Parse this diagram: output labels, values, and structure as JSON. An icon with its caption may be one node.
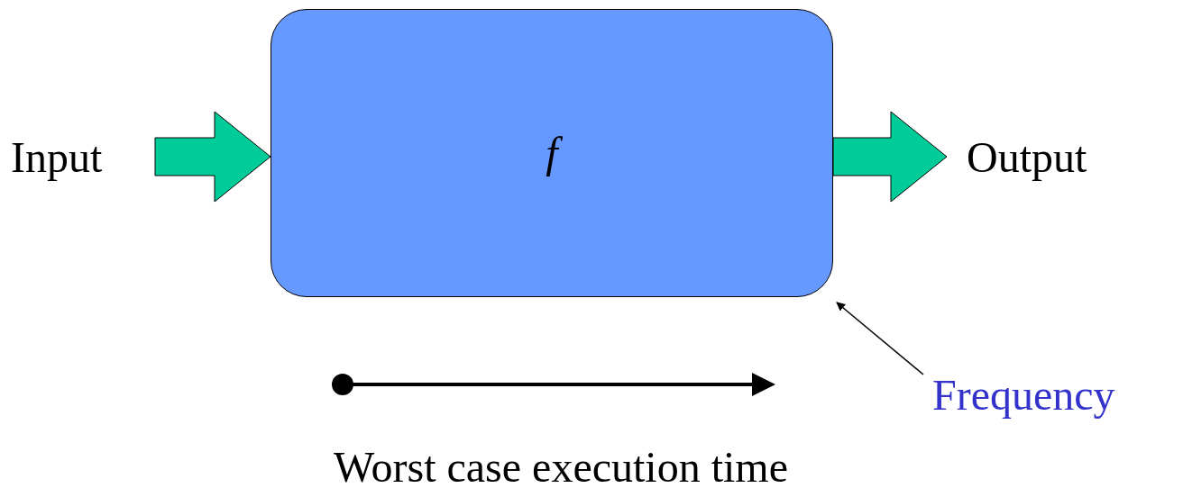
{
  "diagram": {
    "nodes": [
      {
        "text": [
          "Input"
        ]
      },
      {
        "text": [
          "f"
        ]
      },
      {
        "text": [
          "Output"
        ]
      },
      {
        "text": [
          "Frequency"
        ]
      }
    ],
    "edges": [
      {
        "from": 0,
        "to": 1,
        "arrow": "to",
        "style": "thick"
      },
      {
        "from": 1,
        "to": 2,
        "arrow": "to",
        "style": "thick"
      },
      {
        "from": 3,
        "to": 1,
        "arrow": "to"
      }
    ],
    "labels": [
      "Worst case execution time"
    ]
  }
}
